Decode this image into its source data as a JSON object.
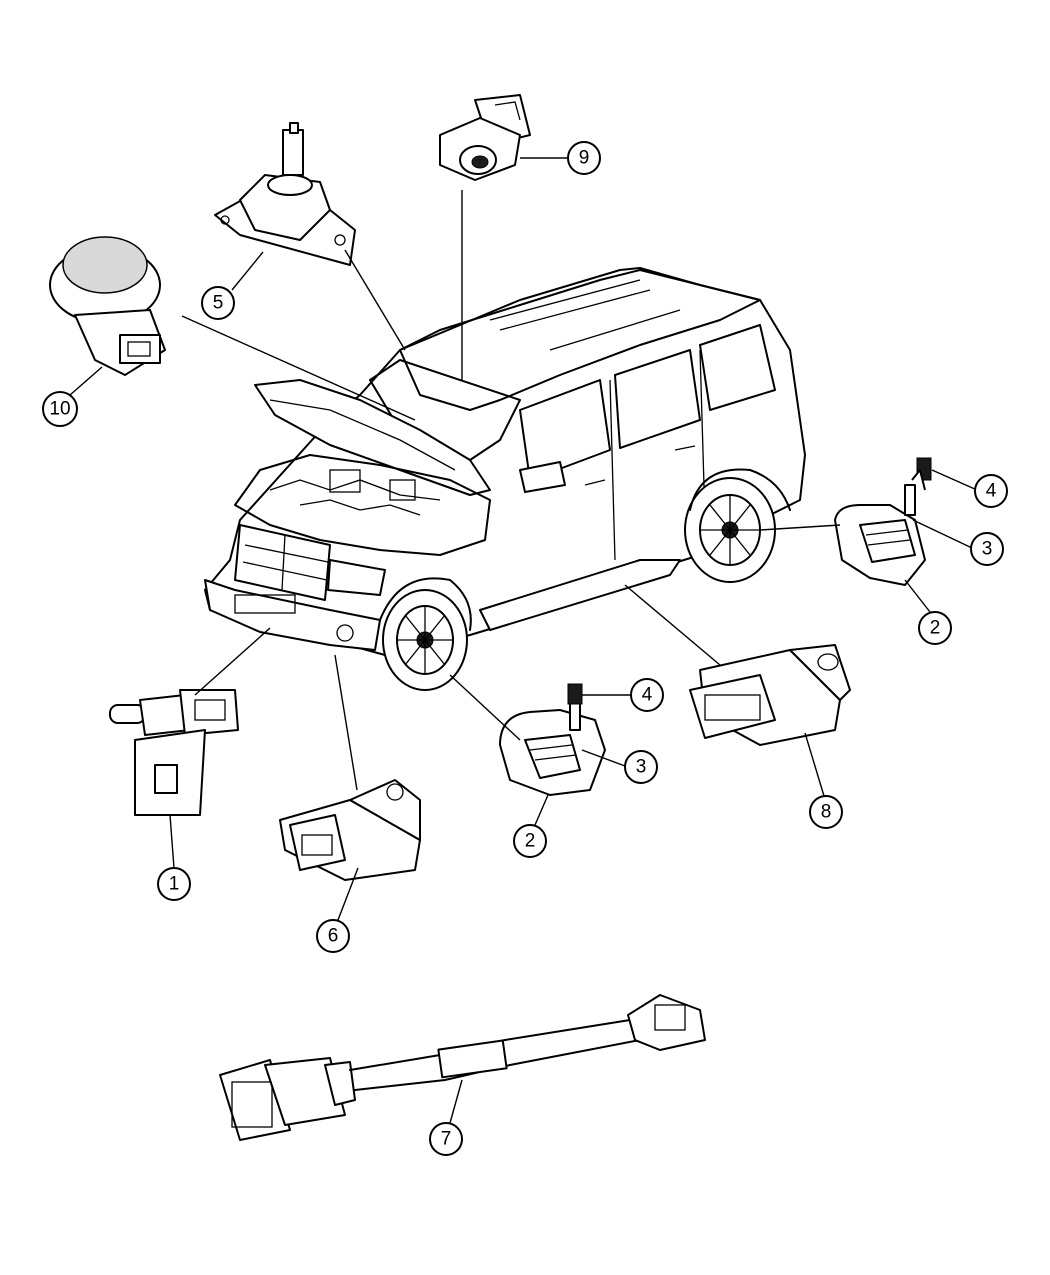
{
  "callouts": [
    {
      "id": "c1",
      "label": "1"
    },
    {
      "id": "c2a",
      "label": "2"
    },
    {
      "id": "c2b",
      "label": "2"
    },
    {
      "id": "c3a",
      "label": "3"
    },
    {
      "id": "c3b",
      "label": "3"
    },
    {
      "id": "c4a",
      "label": "4"
    },
    {
      "id": "c4b",
      "label": "4"
    },
    {
      "id": "c5",
      "label": "5"
    },
    {
      "id": "c6",
      "label": "6"
    },
    {
      "id": "c7",
      "label": "7"
    },
    {
      "id": "c8",
      "label": "8"
    },
    {
      "id": "c9",
      "label": "9"
    },
    {
      "id": "c10",
      "label": "10"
    }
  ]
}
